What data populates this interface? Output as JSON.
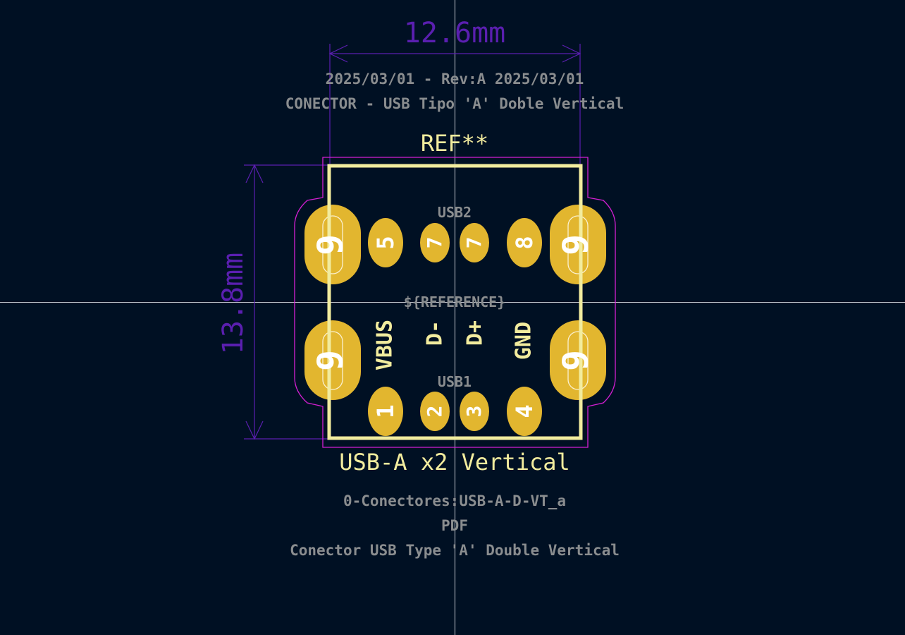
{
  "dimensions": {
    "width_label": "12.6mm",
    "height_label": "13.8mm"
  },
  "fab_text": {
    "date_rev": "2025/03/01 - Rev:A 2025/03/01",
    "title": "CONECTOR - USB Tipo 'A' Doble Vertical",
    "usb2": "USB2",
    "reference_field": "${REFERENCE}",
    "usb1": "USB1",
    "footprint": "0-Conectores:USB-A-D-VT_a",
    "pdf": "PDF",
    "description": "Conector USB Type 'A' Double Vertical"
  },
  "silkscreen": {
    "reference": "REF**",
    "value": "USB-A x2 Vertical",
    "pin_labels": [
      "VBUS",
      "D-",
      "D+",
      "GND"
    ]
  },
  "pads": {
    "top_row": [
      "5",
      "7",
      "7",
      "8"
    ],
    "bottom_row": [
      "1",
      "2",
      "3",
      "4"
    ],
    "shield": [
      "9",
      "9",
      "9",
      "9"
    ]
  },
  "colors": {
    "background": "#001023",
    "pad": "#e2b62f",
    "silkscreen": "#f2ec9e",
    "courtyard": "#d41fd4",
    "dimension": "#5a1fb0",
    "fab_text": "#8a8d8f",
    "crosshair": "#c8ccd4"
  }
}
